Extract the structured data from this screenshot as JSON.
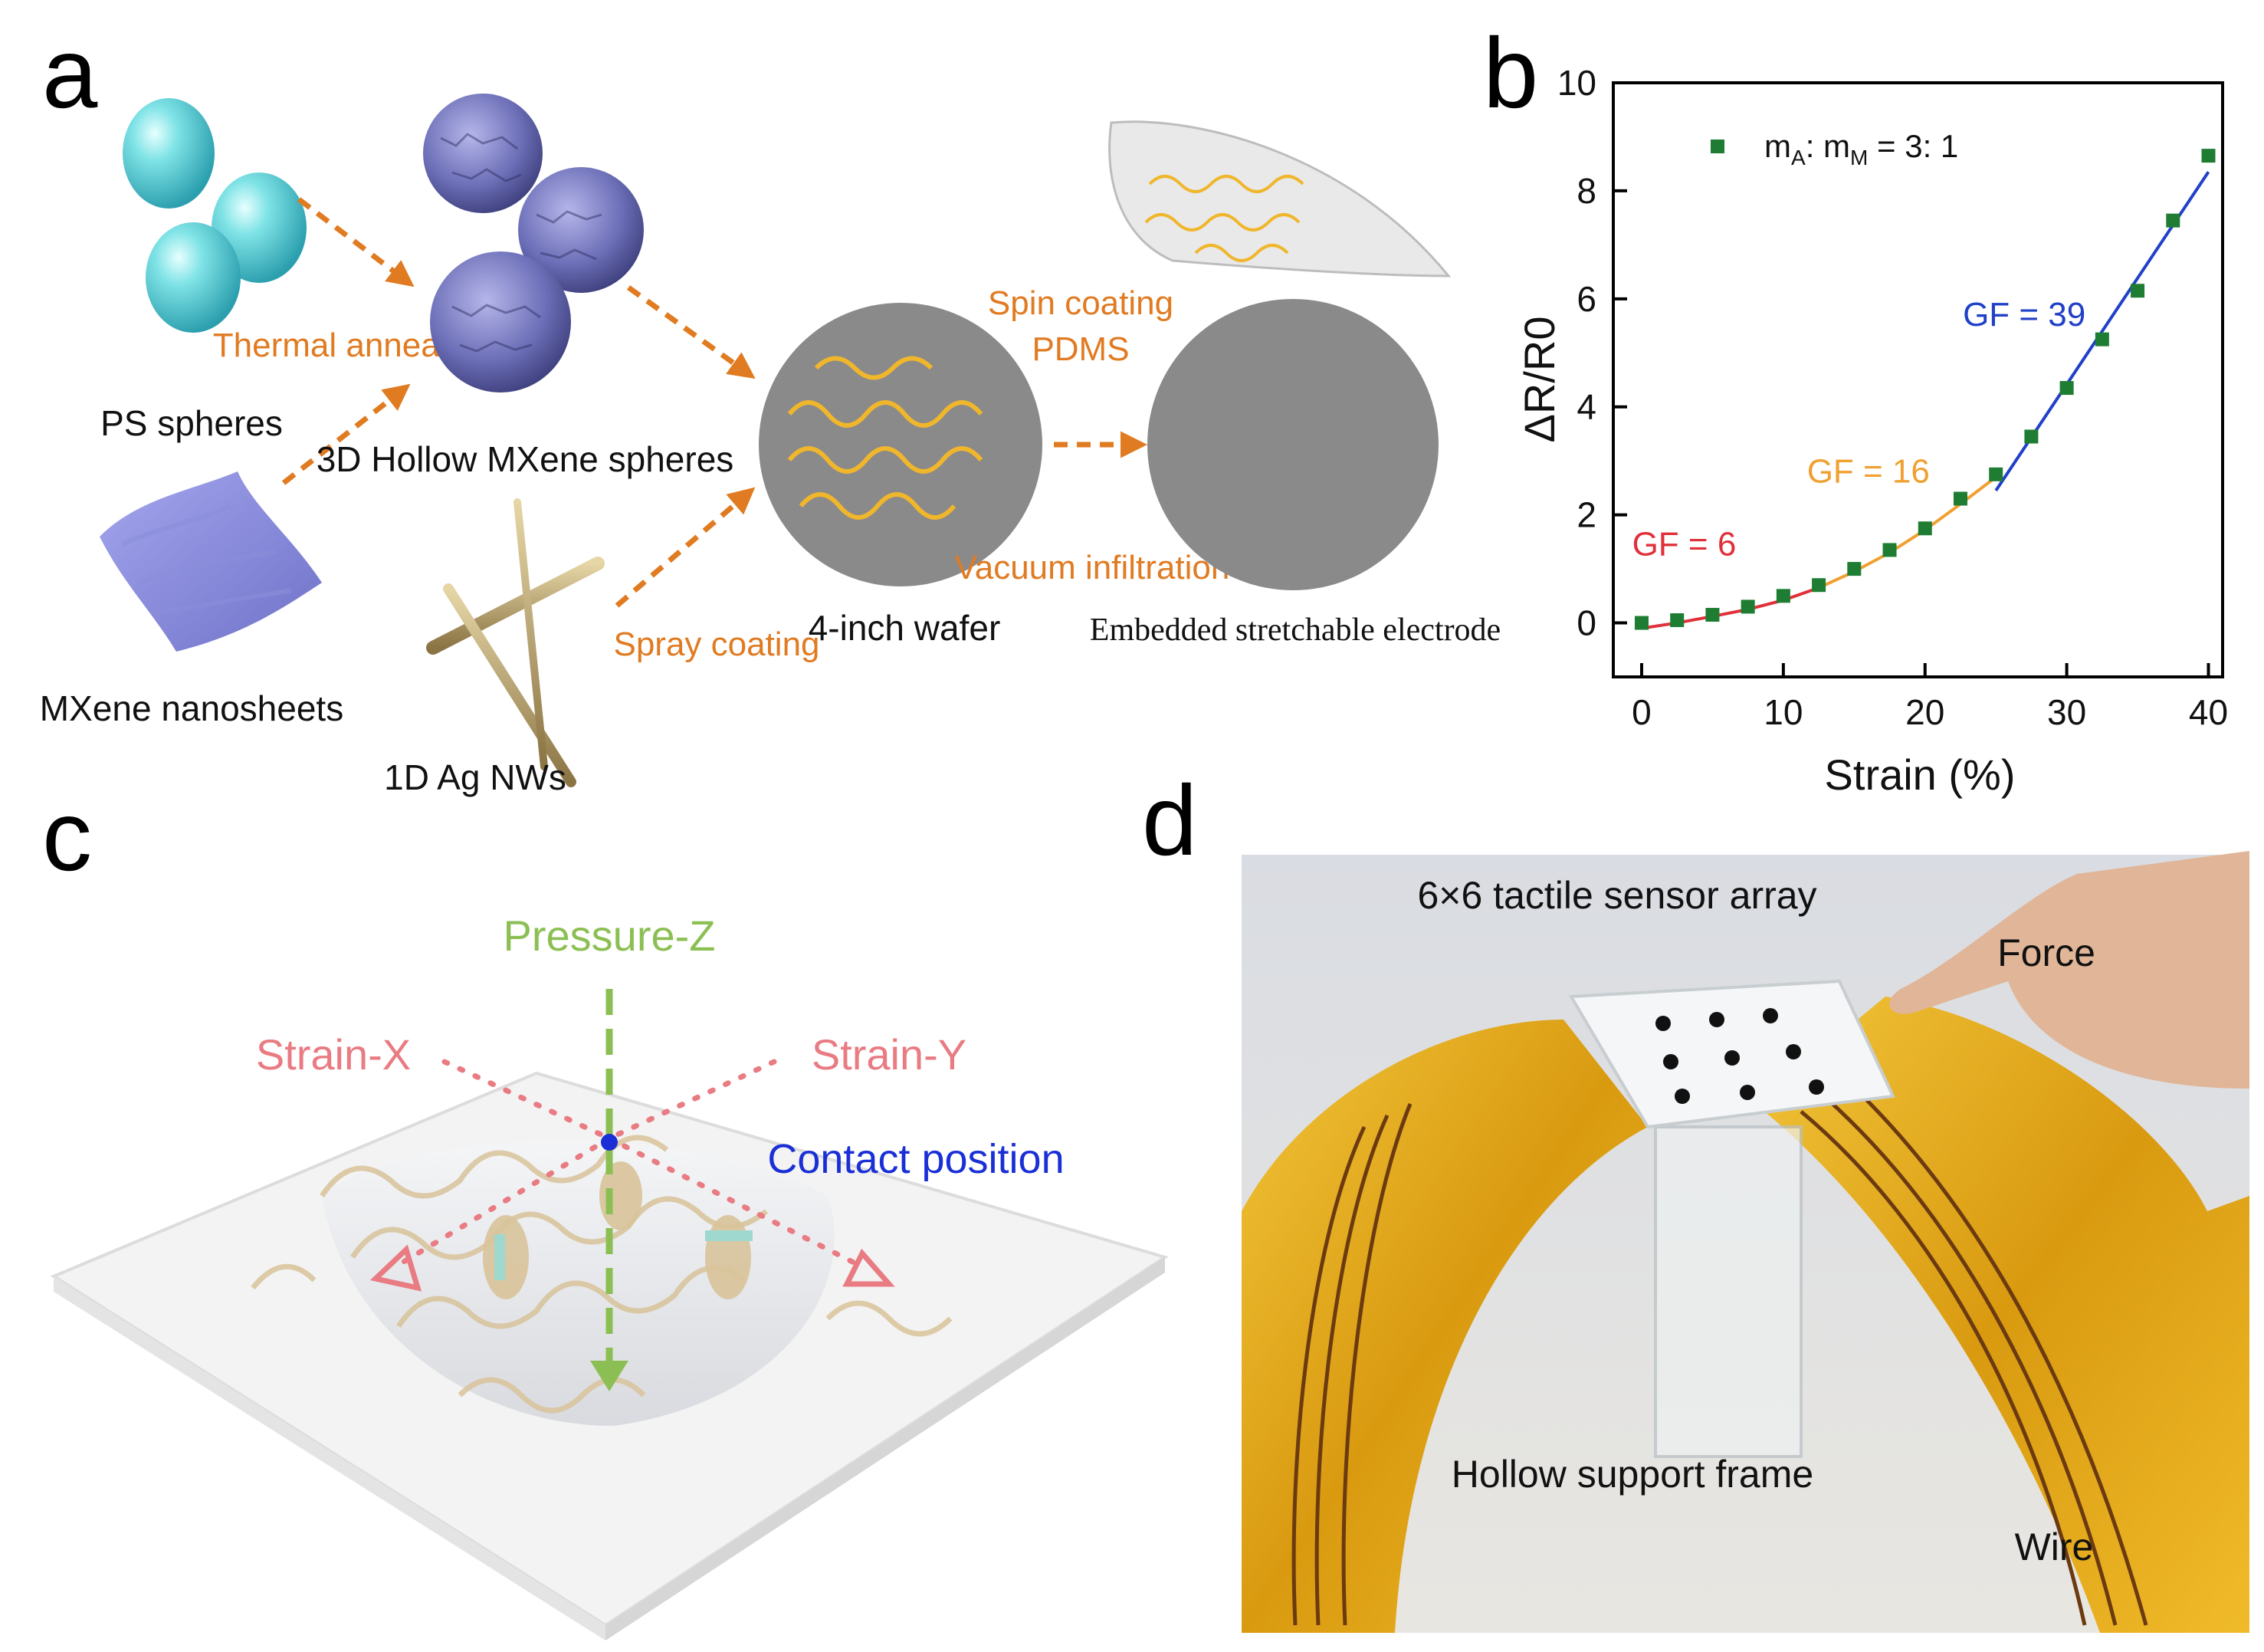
{
  "panels": {
    "a": {
      "label": "a",
      "texts": {
        "ps_spheres": "PS spheres",
        "mxene_nanosheets": "MXene nanosheets",
        "thermal_annealing": "Thermal annealing",
        "hollow_spheres": "3D Hollow MXene  spheres",
        "ag_nws": "1D Ag NWs",
        "spray_coating": "Spray coating",
        "wafer": "4-inch wafer",
        "spin_coating": "Spin coating",
        "pdms": "PDMS",
        "vacuum": "Vacuum infiltration",
        "electrode": "Embedded stretchable electrode"
      }
    },
    "b": {
      "label": "b"
    },
    "c": {
      "label": "c",
      "texts": {
        "pressure_z": "Pressure-Z",
        "strain_x": "Strain-X",
        "strain_y": "Strain-Y",
        "contact": "Contact position"
      }
    },
    "d": {
      "label": "d",
      "texts": {
        "array": "6×6 tactile sensor array",
        "force": "Force",
        "frame": "Hollow support frame",
        "wire": "Wire"
      }
    }
  },
  "chart_data": {
    "type": "scatter",
    "xlabel": "Strain (%)",
    "ylabel": "ΔR/R0",
    "xlim": [
      -2,
      41
    ],
    "ylim": [
      -1,
      10
    ],
    "xticks": [
      0,
      10,
      20,
      30,
      40
    ],
    "yticks": [
      0,
      2,
      4,
      6,
      8,
      10
    ],
    "legend": {
      "entry_main": "m",
      "sub_a": "A",
      "sep": ": m",
      "sub_m": "M",
      "ratio": " = 3: 1",
      "position": "top-left"
    },
    "series": [
      {
        "name": "mA: mM = 3: 1",
        "color": "#1e7d32",
        "x": [
          0,
          2.5,
          5,
          7.5,
          10,
          12.5,
          15,
          17.5,
          20,
          22.5,
          25,
          27.5,
          30,
          32.5,
          35,
          37.5,
          40
        ],
        "y": [
          0.0,
          0.05,
          0.15,
          0.3,
          0.5,
          0.7,
          1.0,
          1.35,
          1.75,
          2.3,
          2.75,
          3.45,
          4.35,
          5.25,
          6.15,
          7.45,
          8.65
        ]
      }
    ],
    "fits": [
      {
        "label": "GF = 6",
        "color": "#e0303a",
        "x": [
          0,
          2.5,
          5,
          7.5,
          10,
          12.5
        ],
        "y": [
          -0.1,
          0.0,
          0.12,
          0.25,
          0.42,
          0.65
        ]
      },
      {
        "label": "GF = 16",
        "color": "#f0a030",
        "x": [
          12.5,
          15,
          17.5,
          20,
          22.5,
          25
        ],
        "y": [
          0.65,
          0.95,
          1.3,
          1.72,
          2.2,
          2.7
        ]
      },
      {
        "label": "GF = 39",
        "color": "#2040c8",
        "x": [
          25,
          40
        ],
        "y": [
          2.45,
          8.35
        ]
      }
    ],
    "annotations": [
      {
        "text": "GF = 6",
        "color": "#e0303a",
        "x": 3,
        "y": 1.25
      },
      {
        "text": "GF = 16",
        "color": "#f0a030",
        "x": 16,
        "y": 2.6
      },
      {
        "text": "GF = 39",
        "color": "#2040c8",
        "x": 27,
        "y": 5.5
      }
    ]
  }
}
